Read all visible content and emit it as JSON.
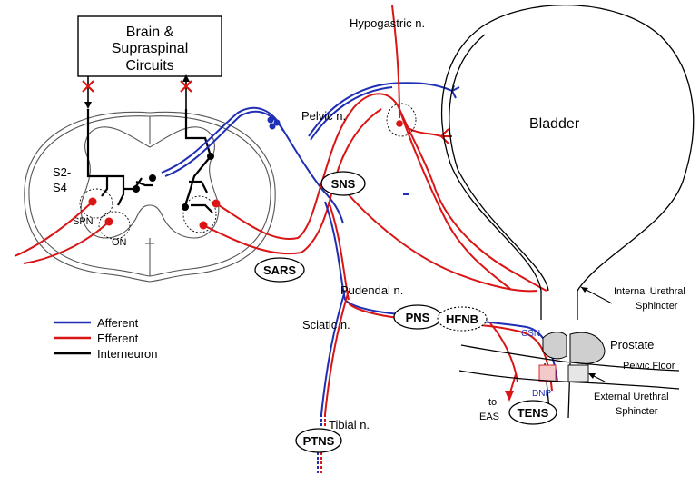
{
  "colors": {
    "afferent": "#1f2fb5",
    "efferent": "#d91515",
    "interneuron": "#000000"
  },
  "brain_box": {
    "line1": "Brain &",
    "line2": "Supraspinal",
    "line3": "Circuits"
  },
  "spinal": {
    "segment_line1": "S2-",
    "segment_line2": "S4",
    "spn": "SPN",
    "on": "ON"
  },
  "nerves": {
    "hypogastric": "Hypogastric n.",
    "pelvic": "Pelvic n.",
    "pudendal": "Pudendal n.",
    "sciatic": "Sciatic n.",
    "tibial": "Tibial n."
  },
  "organs": {
    "bladder": "Bladder",
    "prostate": "Prostate",
    "pelvic_floor": "Pelvic Floor",
    "ius_line1": "Internal Urethral",
    "ius_line2": "Sphincter",
    "eus_line1": "External Urethral",
    "eus_line2": "Sphincter",
    "eas_line1": "to",
    "eas_line2": "EAS",
    "csn": "CSN",
    "dnp": "DNP"
  },
  "stimulation_sites": {
    "sns": "SNS",
    "sars": "SARS",
    "pns": "PNS",
    "hfnb": "HFNB",
    "tens": "TENS",
    "ptns": "PTNS"
  },
  "legend": [
    {
      "label": "Afferent",
      "color": "#1f2fb5"
    },
    {
      "label": "Efferent",
      "color": "#d91515"
    },
    {
      "label": "Interneuron",
      "color": "#000000"
    }
  ]
}
